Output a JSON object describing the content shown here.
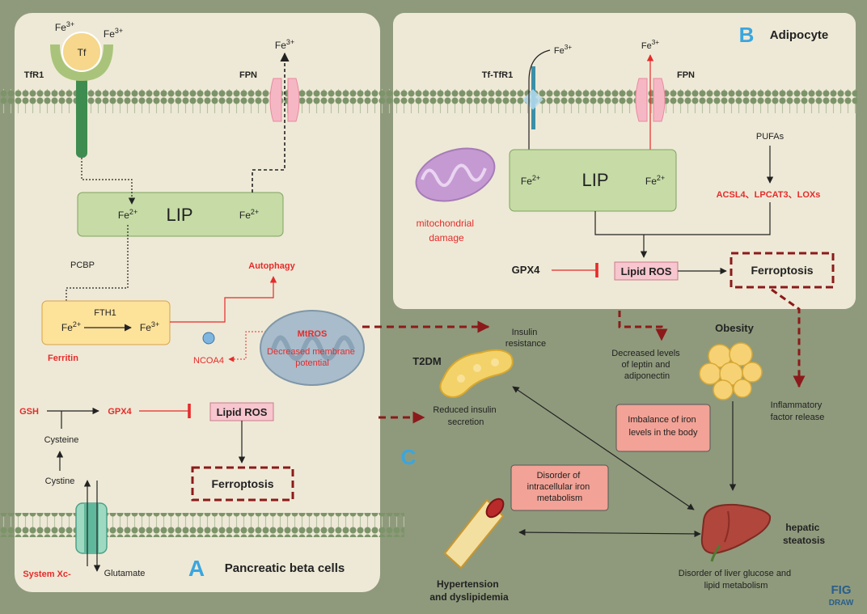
{
  "panel_a": {
    "letter": "A",
    "title": "Pancreatic beta cells",
    "tf": "Tf",
    "tfr1": "TfR1",
    "fpn": "FPN",
    "fe3_top_left": "Fe3+",
    "fe3_top_right": "Fe3+",
    "fe3_fpn": "Fe3+",
    "lip": "LIP",
    "lip_fe2_left": "Fe2+",
    "lip_fe2_right": "Fe2+",
    "pcbp": "PCBP",
    "fth1": "FTH1",
    "ferritin_fe2": "Fe2+",
    "ferritin_fe3": "Fe3+",
    "ferritin": "Ferritin",
    "autophagy": "Autophagy",
    "ncoa4": "NCOA4",
    "mtros": "MtROS",
    "membrane_potential": "Decreased membrane potential",
    "gsh": "GSH",
    "gpx4": "GPX4",
    "cysteine": "Cysteine",
    "cystine": "Cystine",
    "lipid_ros": "Lipid ROS",
    "ferroptosis": "Ferroptosis",
    "system_xc": "System Xc-",
    "glutamate": "Glutamate"
  },
  "panel_b": {
    "letter": "B",
    "title": "Adipocyte",
    "tf_tfr1": "Tf-TfR1",
    "fpn": "FPN",
    "fe3_in": "Fe3+",
    "fe3_out": "Fe3+",
    "lip": "LIP",
    "lip_fe2_left": "Fe2+",
    "lip_fe2_right": "Fe2+",
    "pufas": "PUFAs",
    "enzymes": "ACSL4、LPCAT3、LOXs",
    "mito_damage": "mitochondrial damage",
    "gpx4": "GPX4",
    "lipid_ros": "Lipid ROS",
    "ferroptosis": "Ferroptosis"
  },
  "panel_c": {
    "letter": "C",
    "t2dm": "T2DM",
    "insulin_resistance": "Insulin resistance",
    "reduced_insulin": "Reduced insulin secretion",
    "decreased_leptin": "Decreased levels of leptin and adiponectin",
    "obesity": "Obesity",
    "inflammatory": "Inflammatory factor release",
    "imbalance_iron": "Imbalance of iron levels in the body",
    "disorder_intracellular": "Disorder of intracellular iron metabolism",
    "hepatic_steatosis": "hepatic steatosis",
    "hypertension": "Hypertension and dyslipidemia",
    "liver_metabolism": "Disorder of liver glucose and lipid metabolism"
  },
  "brand": {
    "line1": "FIG",
    "line2": "DRAW"
  },
  "colors": {
    "background": "#8f9a7c",
    "panel_fill": "#eee9d6",
    "lip_fill": "#c6dba6",
    "ferritin_fill": "#fde29a",
    "lipid_ros_fill": "#f7c6cf",
    "salmon_box": "#f2a296",
    "accent_red": "#e52b2b",
    "dark_red": "#8c1a1a",
    "letter_blue": "#3aa6df"
  }
}
